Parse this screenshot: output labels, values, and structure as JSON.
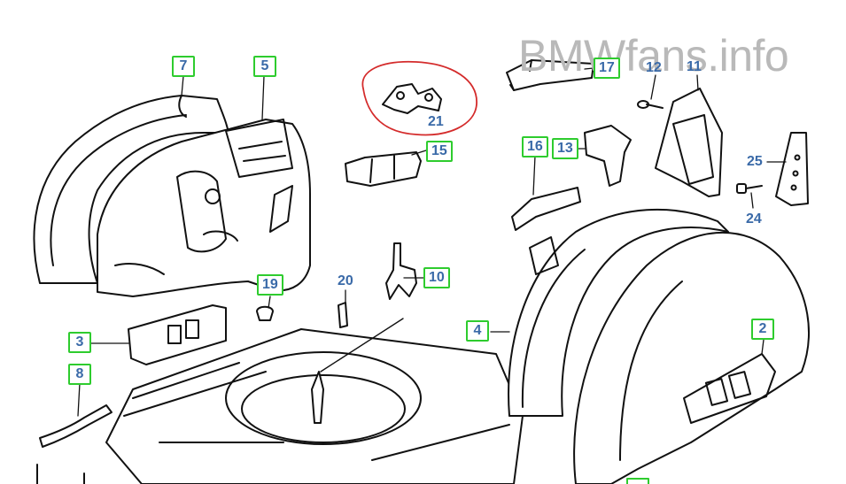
{
  "watermark": "BMWfans.info",
  "callouts": [
    {
      "id": "c7",
      "text": "7",
      "boxed": true
    },
    {
      "id": "c5",
      "text": "5",
      "boxed": true
    },
    {
      "id": "c21",
      "text": "21",
      "boxed": false
    },
    {
      "id": "c17",
      "text": "17",
      "boxed": true
    },
    {
      "id": "c12",
      "text": "12",
      "boxed": false
    },
    {
      "id": "c11",
      "text": "11",
      "boxed": false
    },
    {
      "id": "c15",
      "text": "15",
      "boxed": true
    },
    {
      "id": "c16",
      "text": "16",
      "boxed": true
    },
    {
      "id": "c13",
      "text": "13",
      "boxed": true
    },
    {
      "id": "c25",
      "text": "25",
      "boxed": false
    },
    {
      "id": "c24",
      "text": "24",
      "boxed": false
    },
    {
      "id": "c19",
      "text": "19",
      "boxed": true
    },
    {
      "id": "c20",
      "text": "20",
      "boxed": false
    },
    {
      "id": "c10",
      "text": "10",
      "boxed": true
    },
    {
      "id": "c4",
      "text": "4",
      "boxed": true
    },
    {
      "id": "c2",
      "text": "2",
      "boxed": true
    },
    {
      "id": "c3",
      "text": "3",
      "boxed": true
    },
    {
      "id": "c8",
      "text": "8",
      "boxed": true
    }
  ],
  "colors": {
    "label": "#3a6aa8",
    "box": "#2ecc2e",
    "highlight": "#d42b2b",
    "line": "#111111",
    "watermark": "#b9b9b9"
  }
}
